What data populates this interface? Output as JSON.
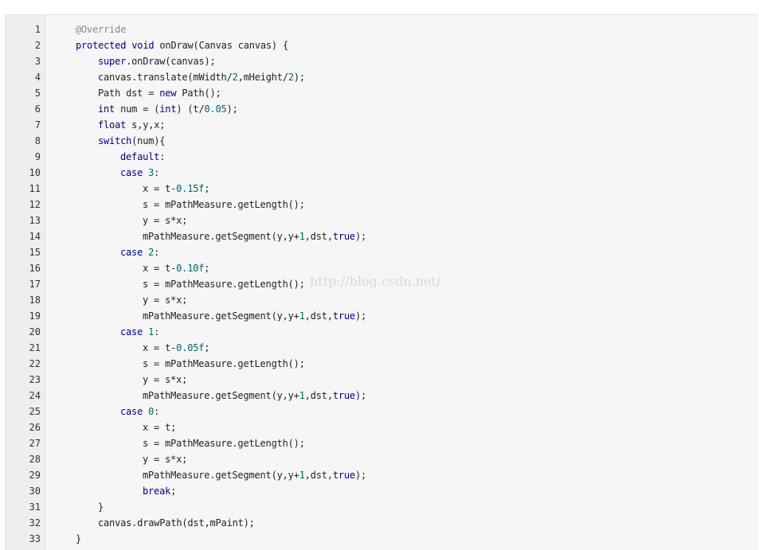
{
  "watermark": "http://blog.csdn.net/",
  "code_lines": [
    {
      "n": "1",
      "indent": 0,
      "parts": [
        [
          "ann",
          "@Override"
        ]
      ]
    },
    {
      "n": "2",
      "indent": 0,
      "parts": [
        [
          "kw",
          "protected"
        ],
        [
          "",
          " "
        ],
        [
          "kw",
          "void"
        ],
        [
          "",
          " onDraw(Canvas canvas) {"
        ]
      ]
    },
    {
      "n": "3",
      "indent": 1,
      "parts": [
        [
          "kw",
          "super"
        ],
        [
          "",
          ".onDraw(canvas);"
        ]
      ]
    },
    {
      "n": "4",
      "indent": 1,
      "parts": [
        [
          "",
          "canvas.translate(mWidth/"
        ],
        [
          "num",
          "2"
        ],
        [
          "",
          ",mHeight/"
        ],
        [
          "num",
          "2"
        ],
        [
          "",
          ");"
        ]
      ]
    },
    {
      "n": "5",
      "indent": 1,
      "parts": [
        [
          "",
          "Path dst = "
        ],
        [
          "kw",
          "new"
        ],
        [
          "",
          " Path();"
        ]
      ]
    },
    {
      "n": "6",
      "indent": 1,
      "parts": [
        [
          "kw",
          "int"
        ],
        [
          "",
          " num = ("
        ],
        [
          "kw",
          "int"
        ],
        [
          "",
          ") (t/"
        ],
        [
          "num",
          "0.05"
        ],
        [
          "",
          ");"
        ]
      ]
    },
    {
      "n": "7",
      "indent": 1,
      "parts": [
        [
          "kw",
          "float"
        ],
        [
          "",
          " s,y,x;"
        ]
      ]
    },
    {
      "n": "8",
      "indent": 1,
      "parts": [
        [
          "kw",
          "switch"
        ],
        [
          "",
          "(num){"
        ]
      ]
    },
    {
      "n": "9",
      "indent": 2,
      "parts": [
        [
          "kw",
          "default"
        ],
        [
          "",
          ":"
        ]
      ]
    },
    {
      "n": "10",
      "indent": 2,
      "parts": [
        [
          "kw",
          "case"
        ],
        [
          "",
          " "
        ],
        [
          "num",
          "3"
        ],
        [
          "",
          ":"
        ]
      ]
    },
    {
      "n": "11",
      "indent": 3,
      "parts": [
        [
          "",
          "x = t-"
        ],
        [
          "num",
          "0.15f"
        ],
        [
          "",
          ";"
        ]
      ]
    },
    {
      "n": "12",
      "indent": 3,
      "parts": [
        [
          "",
          "s = mPathMeasure.getLength();"
        ]
      ]
    },
    {
      "n": "13",
      "indent": 3,
      "parts": [
        [
          "",
          "y = s*x;"
        ]
      ]
    },
    {
      "n": "14",
      "indent": 3,
      "parts": [
        [
          "",
          "mPathMeasure.getSegment(y,y+"
        ],
        [
          "num",
          "1"
        ],
        [
          "",
          ",dst,"
        ],
        [
          "kw",
          "true"
        ],
        [
          "",
          ");"
        ]
      ]
    },
    {
      "n": "15",
      "indent": 2,
      "parts": [
        [
          "kw",
          "case"
        ],
        [
          "",
          " "
        ],
        [
          "num",
          "2"
        ],
        [
          "",
          ":"
        ]
      ]
    },
    {
      "n": "16",
      "indent": 3,
      "parts": [
        [
          "",
          "x = t-"
        ],
        [
          "num",
          "0.10f"
        ],
        [
          "",
          ";"
        ]
      ]
    },
    {
      "n": "17",
      "indent": 3,
      "parts": [
        [
          "",
          "s = mPathMeasure.getLength();"
        ]
      ]
    },
    {
      "n": "18",
      "indent": 3,
      "parts": [
        [
          "",
          "y = s*x;"
        ]
      ]
    },
    {
      "n": "19",
      "indent": 3,
      "parts": [
        [
          "",
          "mPathMeasure.getSegment(y,y+"
        ],
        [
          "num",
          "1"
        ],
        [
          "",
          ",dst,"
        ],
        [
          "kw",
          "true"
        ],
        [
          "",
          ");"
        ]
      ]
    },
    {
      "n": "20",
      "indent": 2,
      "parts": [
        [
          "kw",
          "case"
        ],
        [
          "",
          " "
        ],
        [
          "num",
          "1"
        ],
        [
          "",
          ":"
        ]
      ]
    },
    {
      "n": "21",
      "indent": 3,
      "parts": [
        [
          "",
          "x = t-"
        ],
        [
          "num",
          "0.05f"
        ],
        [
          "",
          ";"
        ]
      ]
    },
    {
      "n": "22",
      "indent": 3,
      "parts": [
        [
          "",
          "s = mPathMeasure.getLength();"
        ]
      ]
    },
    {
      "n": "23",
      "indent": 3,
      "parts": [
        [
          "",
          "y = s*x;"
        ]
      ]
    },
    {
      "n": "24",
      "indent": 3,
      "parts": [
        [
          "",
          "mPathMeasure.getSegment(y,y+"
        ],
        [
          "num",
          "1"
        ],
        [
          "",
          ",dst,"
        ],
        [
          "kw",
          "true"
        ],
        [
          "",
          ");"
        ]
      ]
    },
    {
      "n": "25",
      "indent": 2,
      "parts": [
        [
          "kw",
          "case"
        ],
        [
          "",
          " "
        ],
        [
          "num",
          "0"
        ],
        [
          "",
          ":"
        ]
      ]
    },
    {
      "n": "26",
      "indent": 3,
      "parts": [
        [
          "",
          "x = t;"
        ]
      ]
    },
    {
      "n": "27",
      "indent": 3,
      "parts": [
        [
          "",
          "s = mPathMeasure.getLength();"
        ]
      ]
    },
    {
      "n": "28",
      "indent": 3,
      "parts": [
        [
          "",
          "y = s*x;"
        ]
      ]
    },
    {
      "n": "29",
      "indent": 3,
      "parts": [
        [
          "",
          "mPathMeasure.getSegment(y,y+"
        ],
        [
          "num",
          "1"
        ],
        [
          "",
          ",dst,"
        ],
        [
          "kw",
          "true"
        ],
        [
          "",
          ");"
        ]
      ]
    },
    {
      "n": "30",
      "indent": 3,
      "parts": [
        [
          "kw",
          "break"
        ],
        [
          "",
          ";"
        ]
      ]
    },
    {
      "n": "31",
      "indent": 1,
      "parts": [
        [
          "",
          "}"
        ]
      ]
    },
    {
      "n": "32",
      "indent": 1,
      "parts": [
        [
          "",
          "canvas.drawPath(dst,mPaint);"
        ]
      ]
    },
    {
      "n": "33",
      "indent": 0,
      "parts": [
        [
          "",
          "}"
        ]
      ]
    }
  ]
}
